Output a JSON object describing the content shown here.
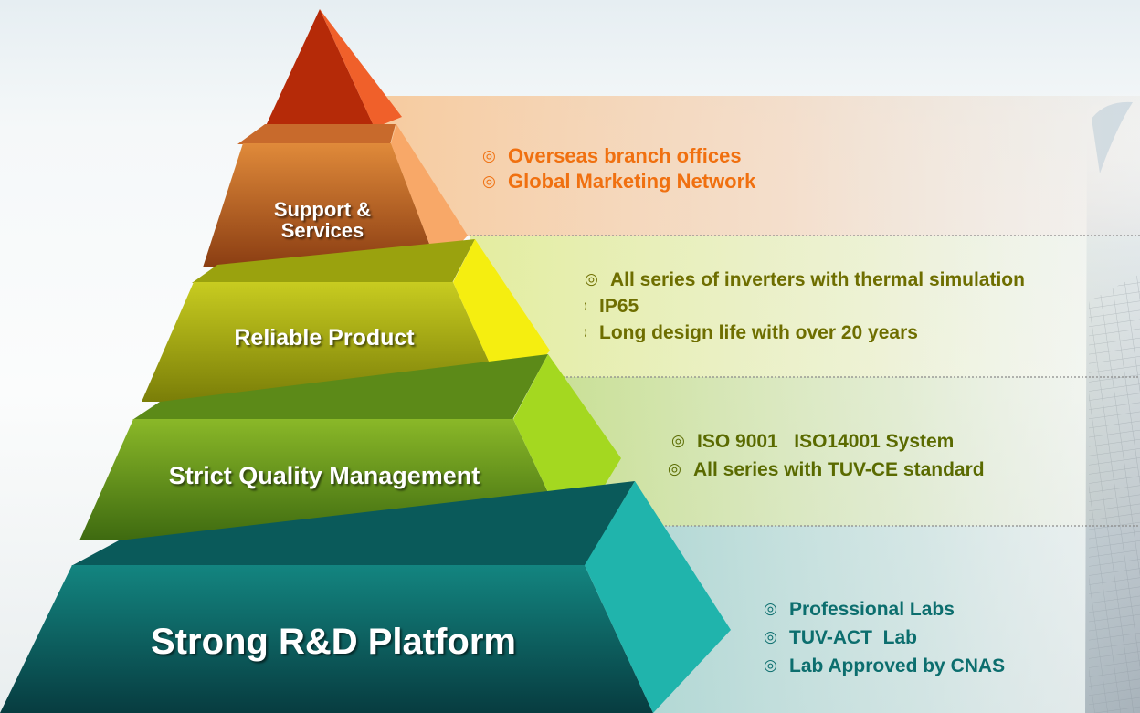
{
  "pyramid": {
    "tiers": [
      {
        "id": "support",
        "label": "Support &\nServices",
        "bullets": [
          "Overseas branch offices",
          "Global Marketing Network"
        ],
        "bullet_color": "#f07010",
        "face_top": "#e08a3a",
        "face_bottom": "#8a3d12",
        "side": "#f8a868"
      },
      {
        "id": "reliable",
        "label": "Reliable Product",
        "bullets": [
          "All series of inverters with thermal simulation",
          "IP65",
          "Long design life with over 20 years"
        ],
        "bullet_color": "#6e6e00",
        "face_top": "#c8cc20",
        "face_bottom": "#7a7e08",
        "side": "#f5ee10"
      },
      {
        "id": "quality",
        "label": "Strict Quality Management",
        "bullets": [
          "ISO 9001   ISO14001 System",
          "All series with TUV-CE standard"
        ],
        "bullet_color": "#5a6a00",
        "face_top": "#8ab828",
        "face_bottom": "#3e6a10",
        "side": "#a4d820"
      },
      {
        "id": "rnd",
        "label": "Strong R&D Platform",
        "bullets": [
          "Professional Labs",
          "TUV-ACT  Lab",
          "Lab Approved by CNAS"
        ],
        "bullet_color": "#0c6e6e",
        "face_top": "#138580",
        "face_bottom": "#073c40",
        "side": "#20b4ac"
      }
    ],
    "apex": {
      "face": "#b52a08",
      "side": "#f0602a"
    }
  },
  "bullet_glyph": "◎"
}
